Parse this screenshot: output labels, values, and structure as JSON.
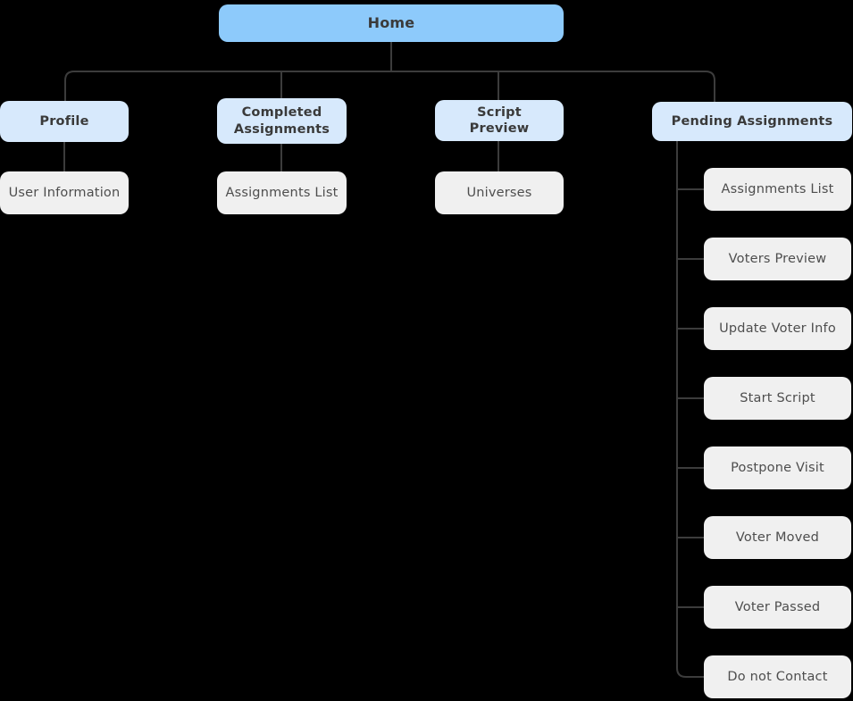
{
  "theme": {
    "background": "#000000",
    "level1_bg": "#8DCAFB",
    "level2_bg": "#D7E9FC",
    "leaf_bg": "#F0F0F0",
    "line_color": "#3C3C3C",
    "title_text": "#3A3A3A",
    "leaf_text": "#4E4E4E"
  },
  "tree": {
    "root": {
      "label": "Home"
    },
    "sections": [
      {
        "label": "Profile",
        "children": [
          "User Information"
        ]
      },
      {
        "label": "Completed Assignments",
        "children": [
          "Assignments List"
        ]
      },
      {
        "label": "Script Preview",
        "children": [
          "Universes"
        ]
      },
      {
        "label": "Pending Assignments",
        "children": [
          "Assignments List",
          "Voters Preview",
          "Update Voter Info",
          "Start Script",
          "Postpone Visit",
          "Voter Moved",
          "Voter Passed",
          "Do not Contact"
        ]
      }
    ]
  }
}
